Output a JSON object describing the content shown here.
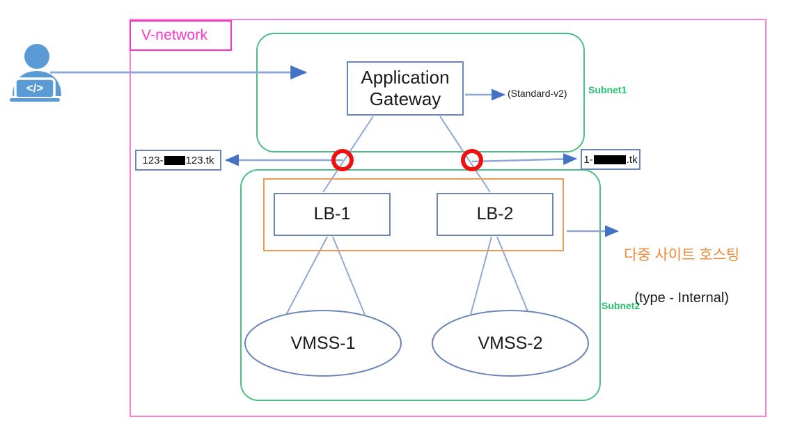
{
  "diagram": {
    "title": "Azure Application Gateway multi-site hosting architecture",
    "vnetwork": {
      "label": "V-network",
      "border_color": "#ff80d5",
      "label_color": "#ff33cc"
    },
    "subnets": [
      {
        "id": "subnet1",
        "label": "Subnet1",
        "color": "#27c06e"
      },
      {
        "id": "subnet2",
        "label": "Subnet2",
        "color": "#27c06e"
      }
    ],
    "nodes": {
      "app_gateway": {
        "label": "Application\nGateway",
        "shape": "rectangle",
        "border_color": "#6b85b8"
      },
      "lb1": {
        "label": "LB-1",
        "shape": "rectangle",
        "border_color": "#6b85b8"
      },
      "lb2": {
        "label": "LB-2",
        "shape": "rectangle",
        "border_color": "#6b85b8"
      },
      "vmss1": {
        "label": "VMSS-1",
        "shape": "ellipse",
        "border_color": "#6b85b8"
      },
      "vmss2": {
        "label": "VMSS-2",
        "shape": "ellipse",
        "border_color": "#6b85b8"
      }
    },
    "annotations": {
      "sku": "(Standard-v2)",
      "multisite_ko": "다중 사이트 호스팅",
      "multisite_en": "(type - Internal)",
      "multisite_color": "#ed8b3c"
    },
    "domain_chips": [
      {
        "id": "domain-left",
        "prefix": "123-",
        "redacted": true,
        "suffix": "123.tk",
        "arrow_direction": "left"
      },
      {
        "id": "domain-right",
        "prefix": "1-",
        "redacted": true,
        "suffix": ".tk",
        "arrow_direction": "right"
      }
    ],
    "blocked_markers": [
      {
        "id": "blocked-marker-left",
        "color": "#ee1111"
      },
      {
        "id": "blocked-marker-right",
        "color": "#ee1111"
      }
    ],
    "actor": {
      "label": "developer-user",
      "icon": "developer-laptop-icon",
      "color": "#5b9bd5",
      "code_glyph": "</>"
    },
    "orange_group": {
      "border_color": "#ed9b55"
    },
    "connector_color": "#8fa8d4"
  }
}
